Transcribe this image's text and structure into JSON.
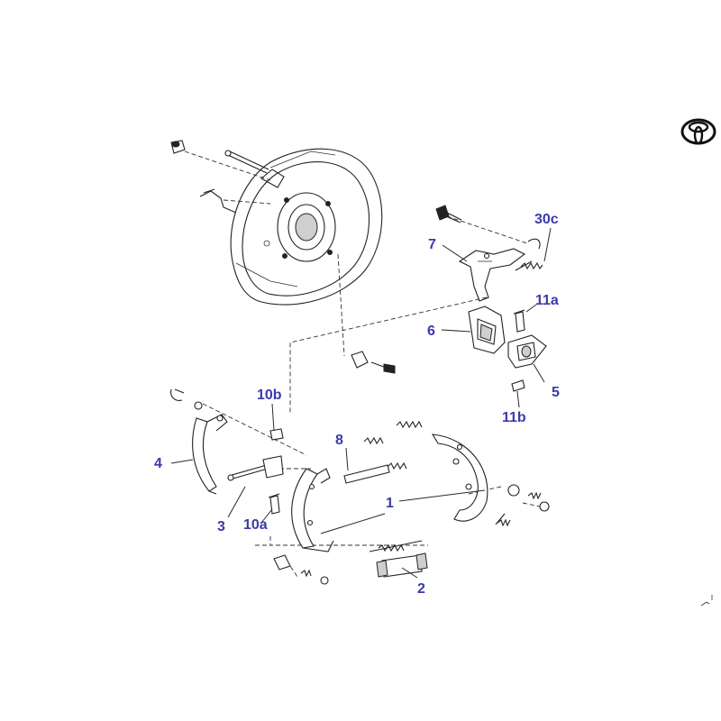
{
  "diagram": {
    "label_color": "#3a3aa8",
    "labels": {
      "l1": "1",
      "l2": "2",
      "l3": "3",
      "l4": "4",
      "l5": "5",
      "l6": "6",
      "l7": "7",
      "l8": "8",
      "l10a": "10a",
      "l10b": "10b",
      "l11a": "11a",
      "l11b": "11b",
      "l30c": "30c"
    }
  },
  "logo": {
    "icon": "toyota-logo-icon"
  }
}
